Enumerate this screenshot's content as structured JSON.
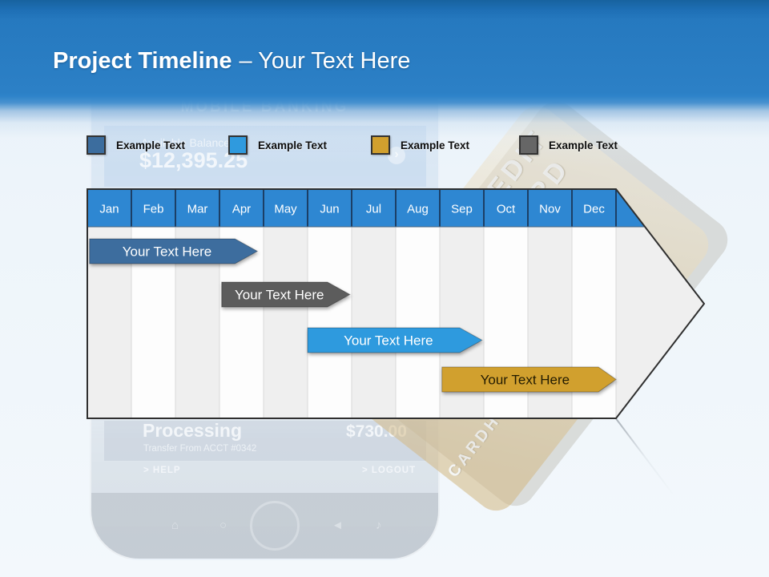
{
  "title": {
    "bold": "Project Timeline",
    "light": "– Your Text Here"
  },
  "legend": {
    "items": [
      {
        "label": "Example Text",
        "color": "#3c6d9e"
      },
      {
        "label": "Example Text",
        "color": "#2f9ade"
      },
      {
        "label": "Example Text",
        "color": "#d1a02e"
      },
      {
        "label": "Example Text",
        "color": "#666666"
      }
    ]
  },
  "background": {
    "phone": {
      "app_title": "MOBILE BANKING",
      "balance_label": "Available Balance",
      "balance_value": "$12,395.25",
      "carousel_chevron": "›",
      "status_title": "Processing",
      "status_detail": "Transfer From ACCT #0342",
      "status_amount": "$730.00",
      "help_link": "> HELP",
      "logout_link": "> LOGOUT",
      "nav_icons": [
        "⌂",
        "○",
        "◄",
        "♪"
      ]
    },
    "card": {
      "brand_line1": "CREDIT",
      "brand_line2": "CARD",
      "holder_label": "CARDHOLDER"
    }
  },
  "chart_data": {
    "type": "timeline",
    "title": "Project Timeline",
    "categories": [
      "Jan",
      "Feb",
      "Mar",
      "Apr",
      "May",
      "Jun",
      "Jul",
      "Aug",
      "Sep",
      "Oct",
      "Nov",
      "Dec"
    ],
    "header_color": "#2e87d2",
    "column_colors": [
      "#efefef",
      "#fdfdfd"
    ],
    "tip_fill": "#efefef",
    "legend_position": "top",
    "grid": "column-stripes",
    "bars": [
      {
        "label": "Your Text Here",
        "color": "#3c6d9e",
        "text_color": "#ffffff",
        "start_month": 0.05,
        "end_month": 3.35,
        "row": 0
      },
      {
        "label": "Your Text Here",
        "color": "#5c5c5c",
        "text_color": "#ffffff",
        "start_month": 3.05,
        "end_month": 5.45,
        "row": 1
      },
      {
        "label": "Your Text Here",
        "color": "#2f9ade",
        "text_color": "#ffffff",
        "start_month": 5.0,
        "end_month": 8.45,
        "row": 2
      },
      {
        "label": "Your Text Here",
        "color": "#d1a02e",
        "text_color": "#241a06",
        "start_month": 8.05,
        "end_month": 11.6,
        "row": 3
      }
    ]
  }
}
